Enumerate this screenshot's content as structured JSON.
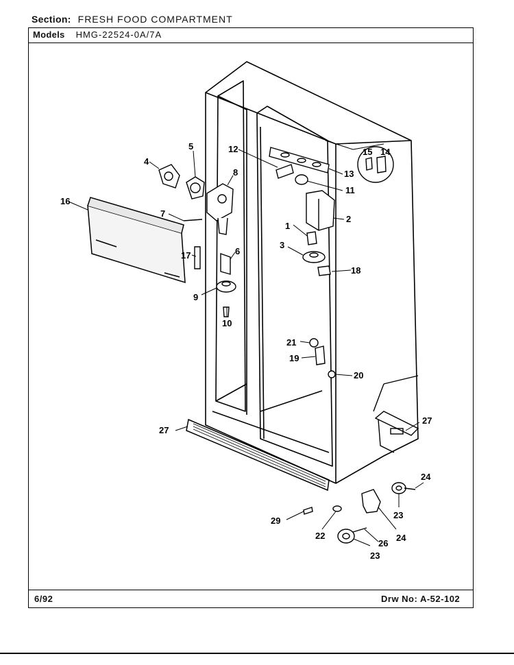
{
  "header": {
    "section_label": "Section:",
    "section_value": "FRESH FOOD COMPARTMENT",
    "models_label": "Models",
    "models_value": "HMG-22524-0A/7A"
  },
  "footer": {
    "date": "6/92",
    "drawing_number": "Drw No: A-52-102"
  },
  "part_callouts": [
    "1",
    "2",
    "3",
    "4",
    "5",
    "6",
    "7",
    "8",
    "9",
    "10",
    "11",
    "12",
    "13",
    "14",
    "15",
    "16",
    "17",
    "18",
    "19",
    "20",
    "21",
    "22",
    "23",
    "23",
    "24",
    "25",
    "26",
    "27",
    "28",
    "29"
  ]
}
